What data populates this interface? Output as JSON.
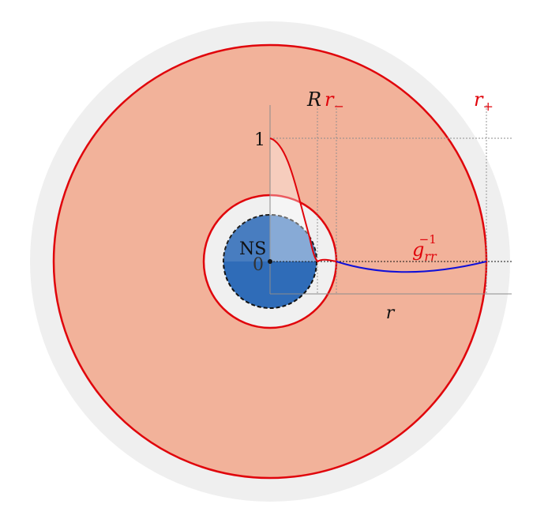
{
  "labels": {
    "R": "R",
    "r_minus": "r",
    "r_minus_sub": "−",
    "r_plus": "r",
    "r_plus_sub": "+",
    "one": "1",
    "zero": "0",
    "ns": "NS",
    "g_base": "g",
    "g_sub": "rr",
    "g_sup": "−1",
    "r_axis": "r"
  },
  "colors": {
    "outer_halo": "#efefef",
    "salmon": "#f2b29a",
    "red": "#e0040b",
    "blue_curve": "#1010d8",
    "ns_fill": "#2f6cb8",
    "gap": "#f0f0f0",
    "guide": "#8c8c8c"
  }
}
